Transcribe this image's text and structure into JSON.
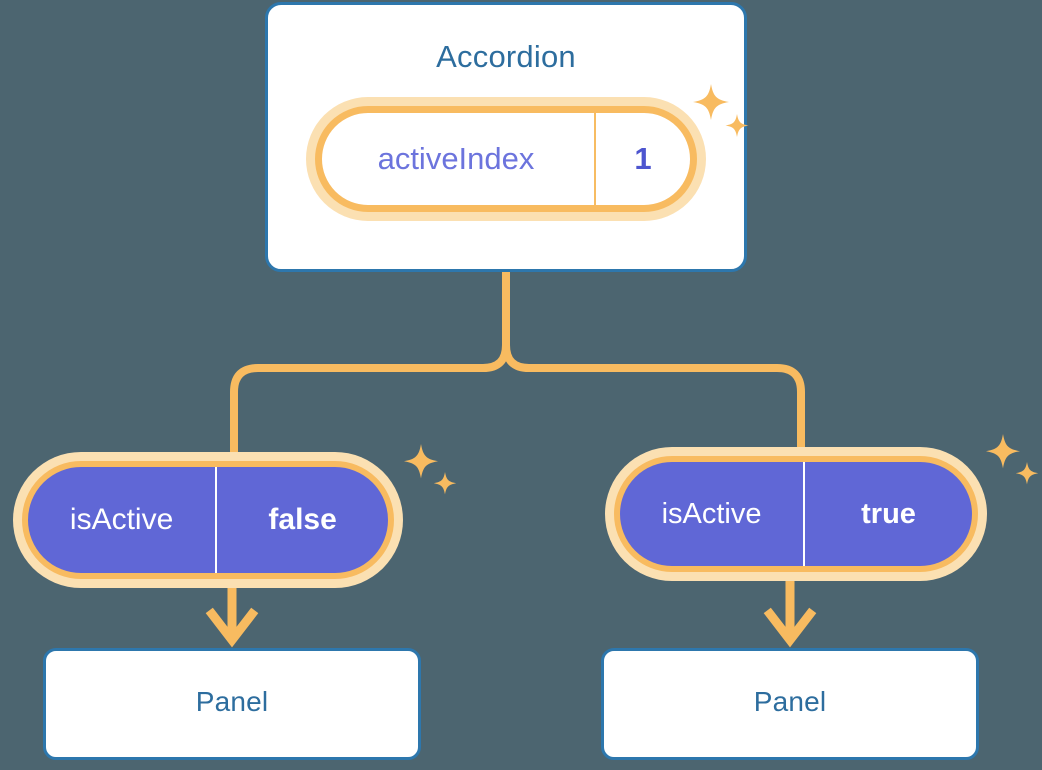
{
  "theme": {
    "background": "#4c6570",
    "card_border": "#2d77ad",
    "card_fill": "#ffffff",
    "title_text": "#2d6d9e",
    "pill_ring_outer": "#fbe0b2",
    "pill_ring_inner": "#f8bb60",
    "pill_fill_active": "#6067d6",
    "pill_key_text_light": "#6c74dd",
    "pill_val_text_light": "#4d55cf",
    "pill_text_filled": "#ffffff",
    "connector": "#f8bb60",
    "sparkle": "#f8bb60"
  },
  "parent": {
    "title": "Accordion",
    "state": {
      "key": "activeIndex",
      "value": "1"
    },
    "sparkle_name": "sparkles-icon"
  },
  "children": [
    {
      "id": "left",
      "state": {
        "key": "isActive",
        "value": "false"
      },
      "panel_title": "Panel",
      "sparkle_name": "sparkles-icon",
      "arrow_name": "arrow-down-icon"
    },
    {
      "id": "right",
      "state": {
        "key": "isActive",
        "value": "true"
      },
      "panel_title": "Panel",
      "sparkle_name": "sparkles-icon",
      "arrow_name": "arrow-down-icon"
    }
  ],
  "connectors": {
    "name": "tree-connector",
    "description": "orange rounded tree branch from Accordion card down to the two isActive pills"
  }
}
